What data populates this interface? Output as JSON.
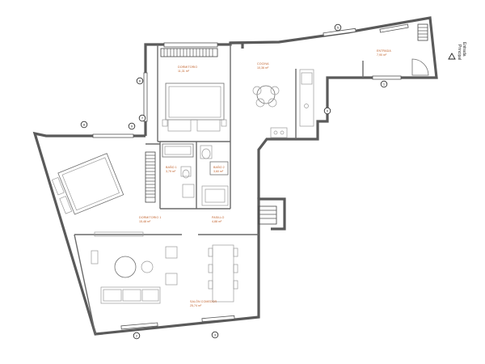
{
  "rooms": {
    "dormitorio_principal": {
      "name": "DORMITORIO",
      "area": "11,31 m²"
    },
    "cocina": {
      "name": "COCINA",
      "area": "10,36 m²"
    },
    "entrada": {
      "name": "ENTRADA",
      "area": "7,90 m²"
    },
    "bano1": {
      "name": "BAÑO 1",
      "area": "3,79 m²"
    },
    "bano2": {
      "name": "BAÑO 2",
      "area": "3,60 m²"
    },
    "dormitorio1": {
      "name": "DORMITORIO 1",
      "area": "15,48 m²"
    },
    "pasillo": {
      "name": "PASILLO",
      "area": "4,88 m²"
    },
    "salon": {
      "name": "SALÓN COMEDOR",
      "area": "25,74 m²"
    }
  },
  "entry": {
    "line1": "Entrada",
    "line2": "Principal"
  },
  "tags": {
    "t1": "5",
    "t2": "6",
    "t3": "7",
    "t4": "8",
    "t5": "9",
    "t6": "0",
    "t7": "1",
    "t8": "2",
    "t9": "3",
    "t10": "4"
  },
  "colors": {
    "label": "#c0602a",
    "wall": "#5a5a5a"
  }
}
